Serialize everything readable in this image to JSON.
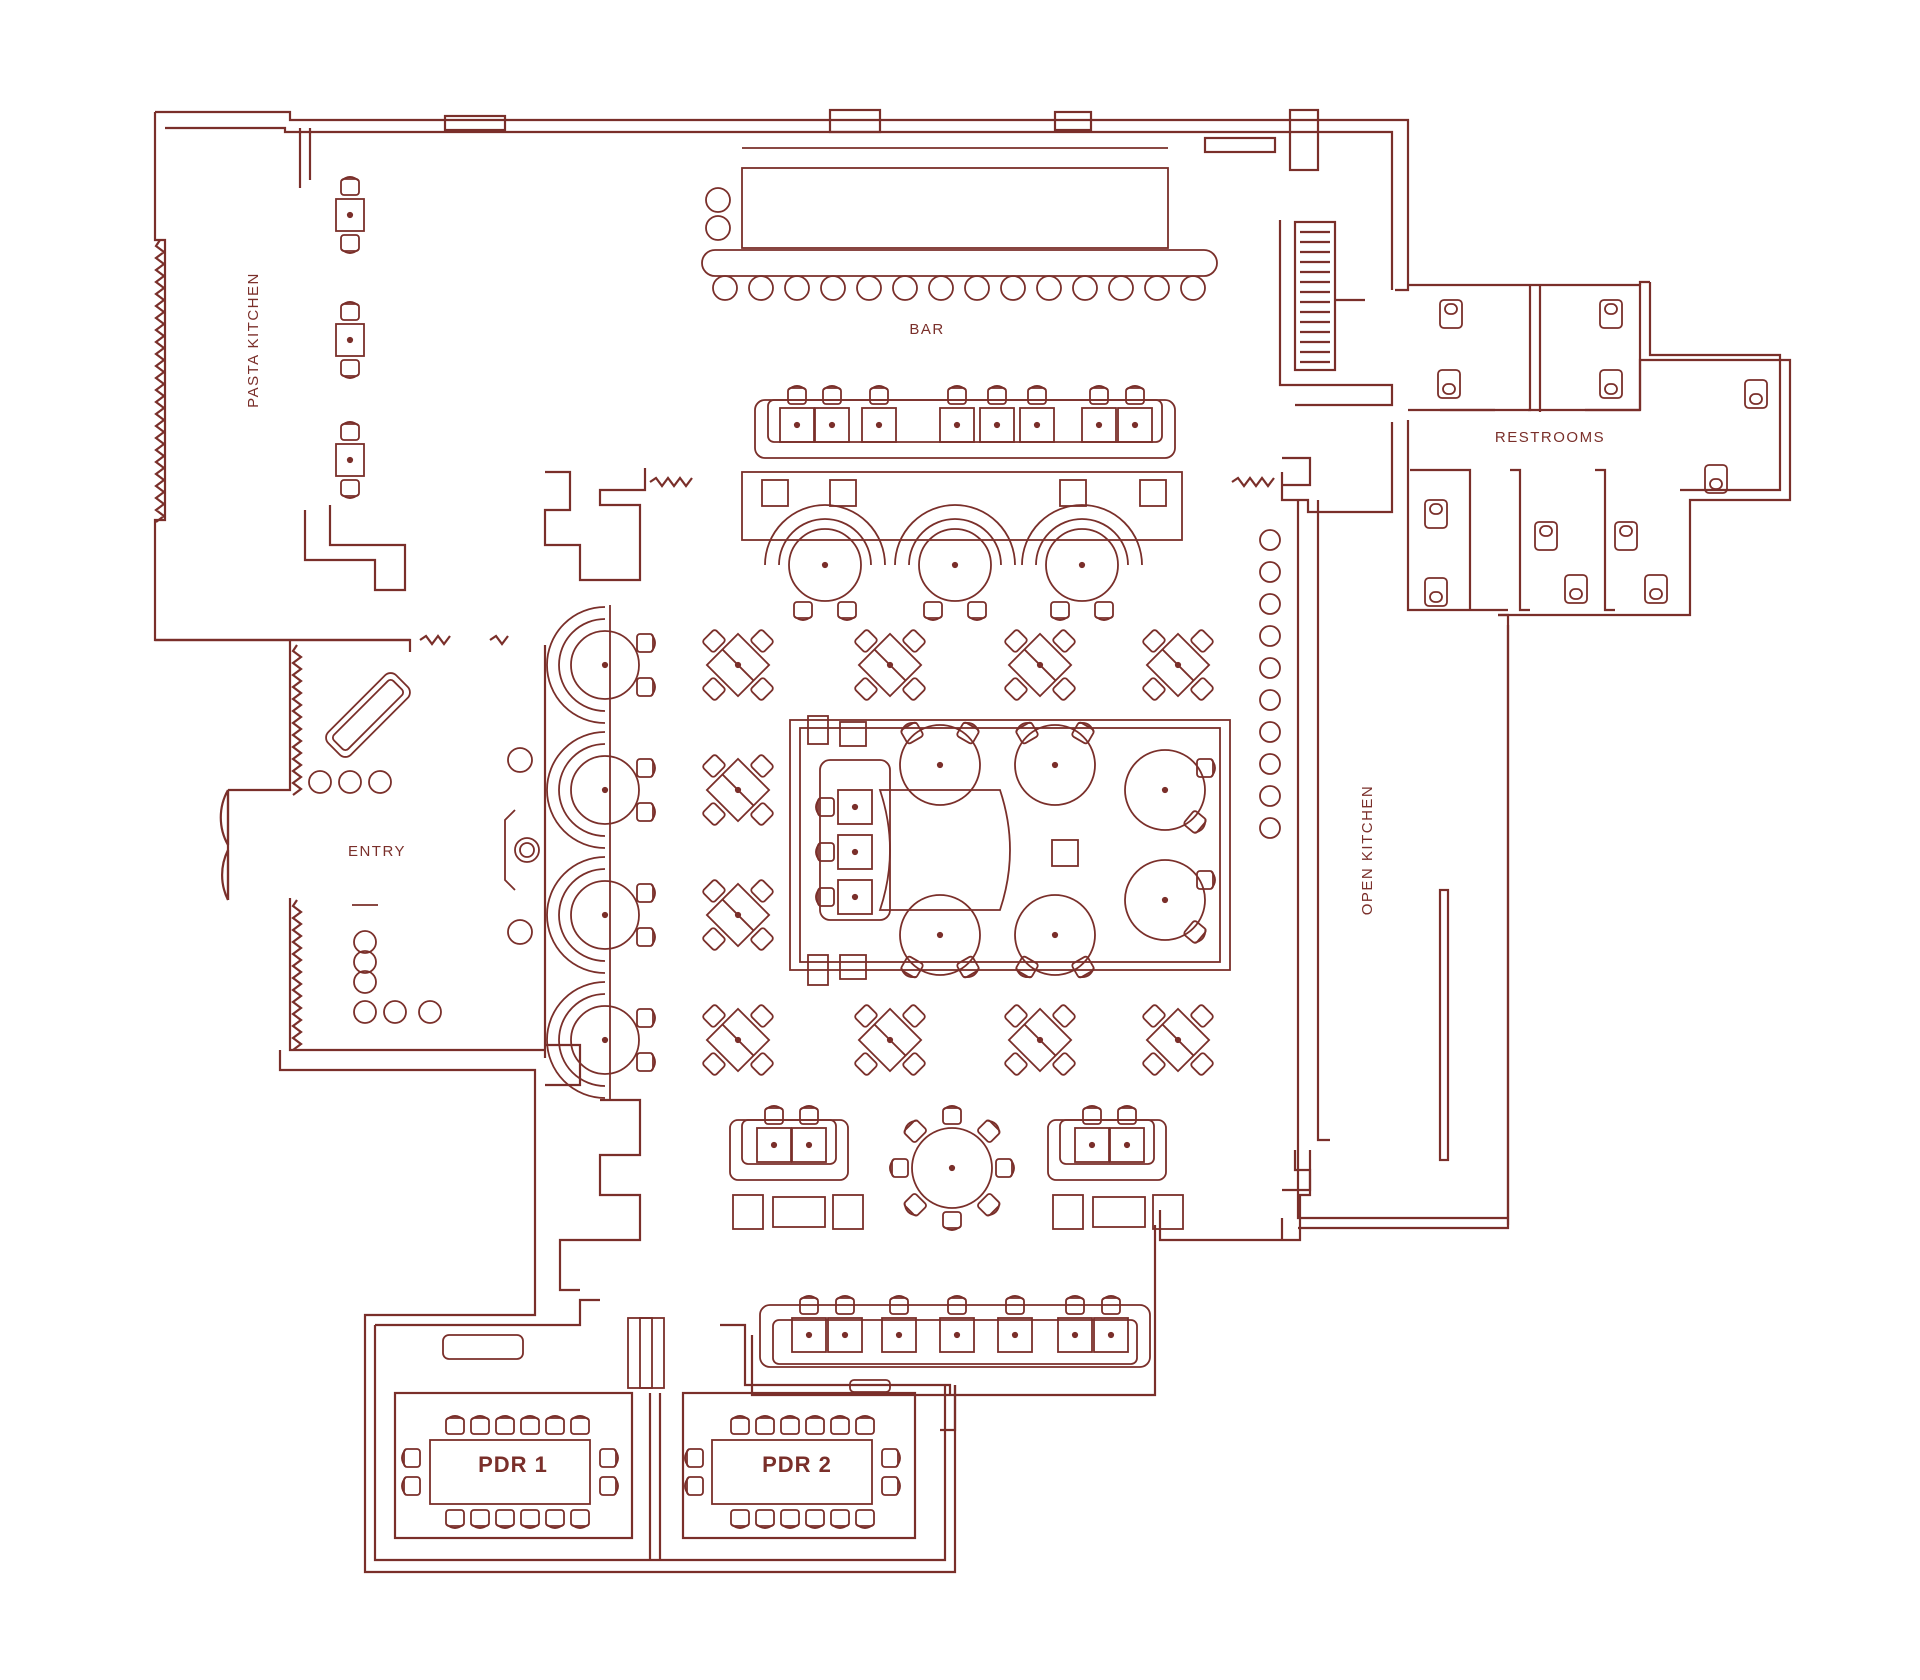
{
  "colors": {
    "line": "#7a2f2a",
    "background": "#ffffff"
  },
  "rooms": {
    "bar": "BAR",
    "pasta_kitchen": "PASTA KITCHEN",
    "entry": "ENTRY",
    "restrooms": "RESTROOMS",
    "open_kitchen": "OPEN KITCHEN",
    "pdr1": "PDR 1",
    "pdr2": "PDR 2"
  }
}
